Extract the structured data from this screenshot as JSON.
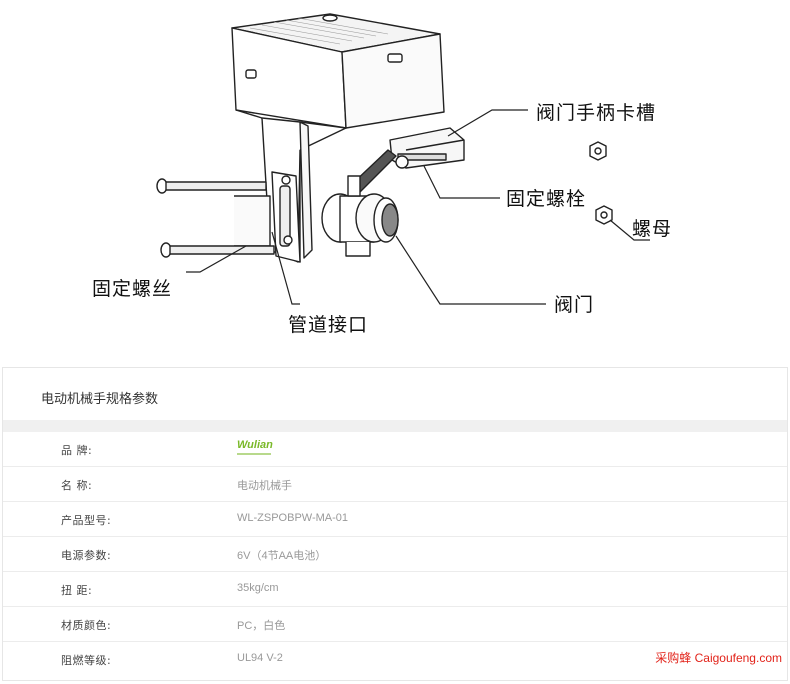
{
  "diagram": {
    "callouts": {
      "handle_slot": "阀门手柄卡槽",
      "fixing_bolt": "固定螺栓",
      "nut": "螺母",
      "fixing_screw": "固定螺丝",
      "valve": "阀门",
      "pipe_interface": "管道接口"
    }
  },
  "spec": {
    "title": "电动机械手规格参数",
    "brand_label": "品    牌:",
    "brand_logo_text": "Wulian",
    "rows": [
      {
        "label": "名    称:",
        "value": "电动机械手"
      },
      {
        "label": "产品型号:",
        "value": "WL-ZSPOBPW-MA-01"
      },
      {
        "label": "电源参数:",
        "value": "6V（4节AA电池）"
      },
      {
        "label": "扭    距:",
        "value": "35kg/cm"
      },
      {
        "label": "材质颜色:",
        "value": "PC，白色"
      },
      {
        "label": "阻燃等级:",
        "value": "UL94 V-2"
      }
    ]
  },
  "watermark": "采购蜂 Caigoufeng.com",
  "colors": {
    "brand_green": "#7ab929",
    "watermark_red": "#e2231a"
  }
}
